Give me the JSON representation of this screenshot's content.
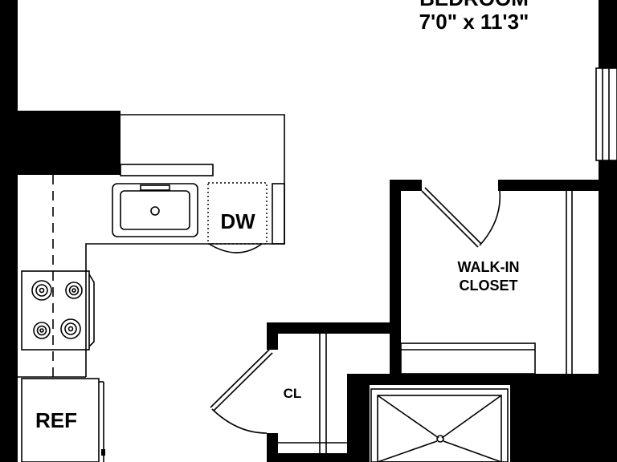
{
  "rooms": {
    "bedroom": {
      "name": "BEDROOM",
      "size": "7'0\" x 11'3\""
    },
    "walk_in_closet": {
      "line1": "WALK-IN",
      "line2": "CLOSET"
    },
    "closet": {
      "label": "CL"
    }
  },
  "appliances": {
    "dishwasher": "DW",
    "refrigerator": "REF"
  },
  "colors": {
    "wall": "#000000",
    "background": "#ffffff"
  }
}
